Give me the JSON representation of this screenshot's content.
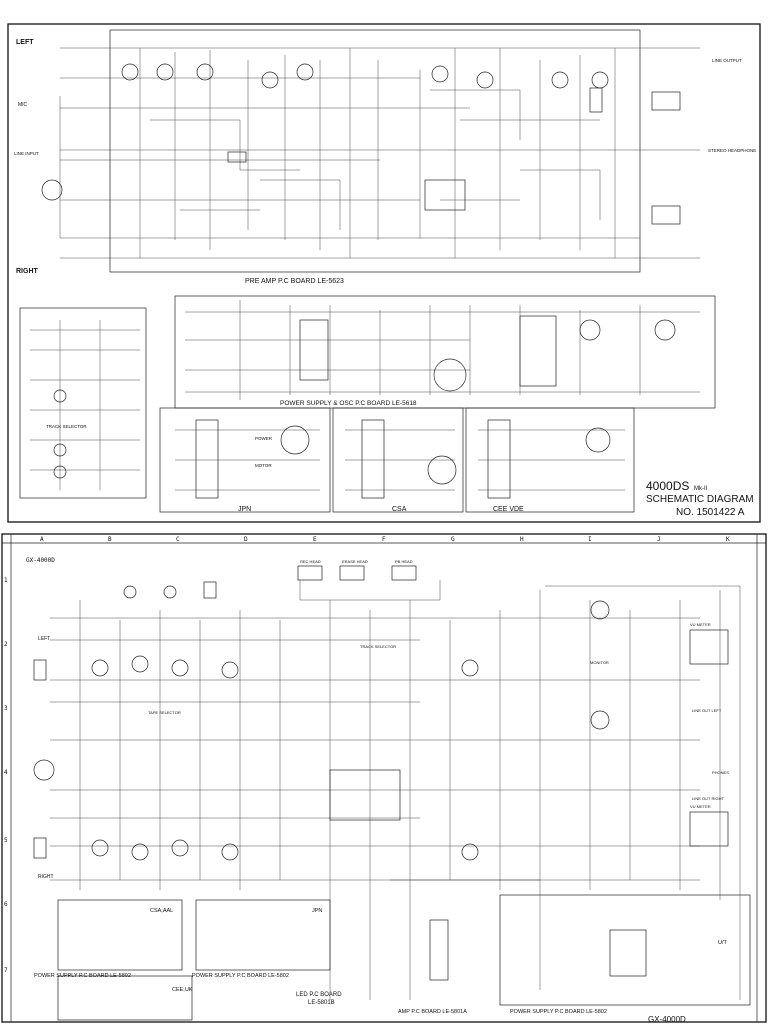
{
  "sheet1": {
    "channel_left": "LEFT",
    "channel_right": "RIGHT",
    "mic_label": "MIC",
    "line_input_label": "LINE INPUT",
    "line_output_label": "LINE OUTPUT",
    "stereo_headphone_label": "STEREO HEADPHONE",
    "preamp_board": "PRE AMP P.C BOARD  LE-5623",
    "power_osc_board": "POWER SUPPLY & OSC P.C BOARD  LE-5618",
    "region_jpn": "JPN",
    "region_csa": "CSA",
    "region_cee_vde": "CEE VDE",
    "model": "4000DS",
    "model_suffix": "Mk-II",
    "diagram_title": "SCHEMATIC DIAGRAM",
    "diagram_number": "NO. 1501422 A",
    "track_selector": "TRACK SELECTOR",
    "power_label": "POWER",
    "motor_label": "MOTOR"
  },
  "sheet2": {
    "model_code": "GX-4000D",
    "column_letters": [
      "A",
      "B",
      "C",
      "D",
      "E",
      "F",
      "G",
      "H",
      "I",
      "J",
      "K"
    ],
    "row_numbers": [
      "1",
      "2",
      "3",
      "4",
      "5",
      "6",
      "7"
    ],
    "heads": [
      "REC HEAD",
      "ERASE HEAD",
      "PB HEAD"
    ],
    "left_label": "LEFT",
    "right_label": "RIGHT",
    "track_selector": "TRACK SELECTOR",
    "tape_selector": "TAPE SELECTOR",
    "monitor": "MONITOR",
    "vu_meter_left": "VU METER",
    "vu_meter_right": "VU METER",
    "phones": "PHONES",
    "line_out_left": "LINE OUT LEFT",
    "line_out_right": "LINE OUT RIGHT",
    "psu_board_1": "POWER SUPPLY P.C BOARD LE-5802",
    "psu_board_2": "POWER SUPPLY P.C BOARD LE-5802",
    "region_csa_aal": "CSA,AAL",
    "region_jpn": "JPN",
    "region_cee_uk": "CEE,UK",
    "region_u_t": "U/T",
    "led_board_1": "LED P.C BOARD",
    "led_board_2": "LE-5801B",
    "amp_board": "AMP P.C BOARD  LE-5801A",
    "psu_board_3": "POWER SUPPLY P.C BOARD  LE-5802",
    "footer_model": "GX-4000D"
  }
}
